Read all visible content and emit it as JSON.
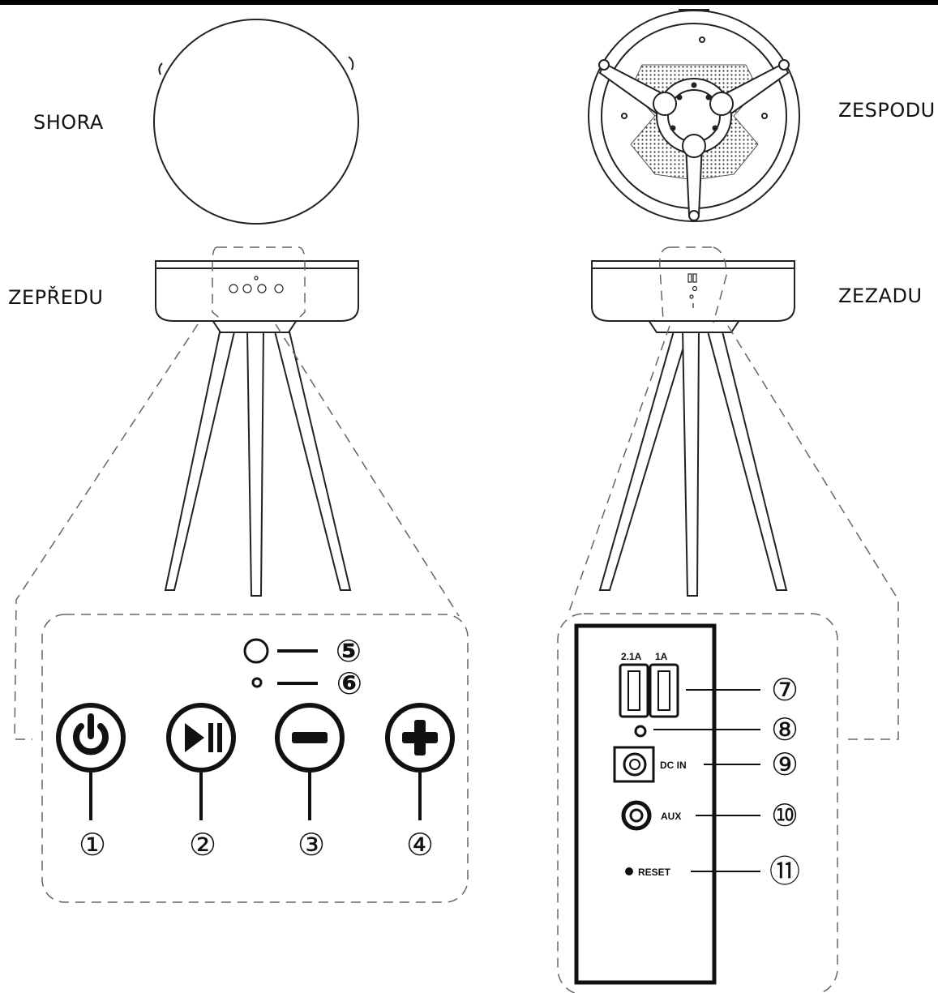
{
  "views": {
    "top": "SHORA",
    "bottom": "ZESPODU",
    "front": "ZEPŘEDU",
    "back": "ZEZADU"
  },
  "front_panel": {
    "callouts": [
      "①",
      "②",
      "③",
      "④",
      "⑤",
      "⑥"
    ],
    "controls": [
      "power-icon",
      "play-pause-icon",
      "volume-down-icon",
      "volume-up-icon",
      "indicator-light",
      "microphone"
    ]
  },
  "back_panel": {
    "usb_label_1": "2.1A",
    "usb_label_2": "1A",
    "dc_in": "DC IN",
    "aux": "AUX",
    "reset": "RESET",
    "callouts": [
      "⑦",
      "⑧",
      "⑨",
      "⑩",
      "⑪"
    ]
  }
}
